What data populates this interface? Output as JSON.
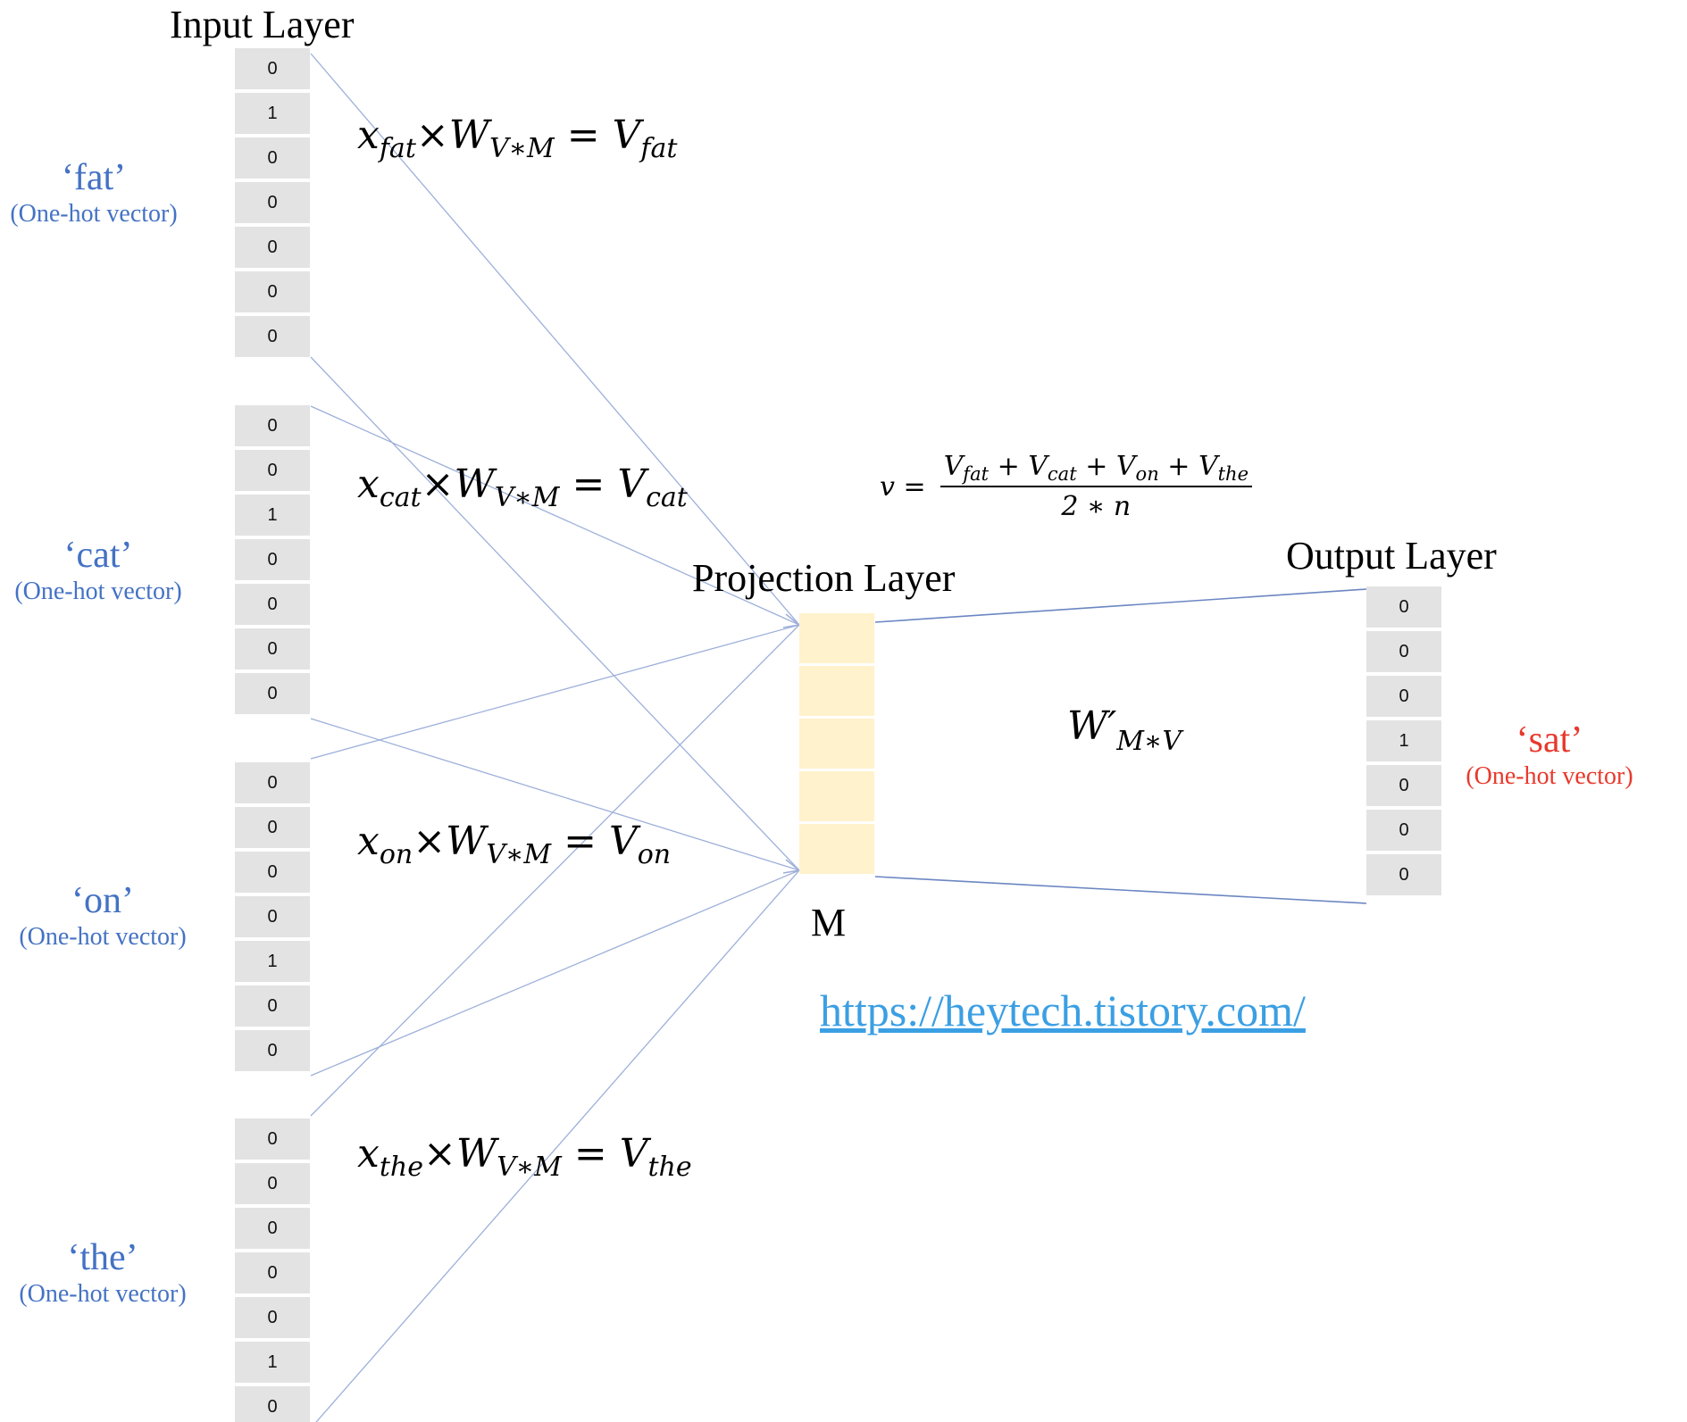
{
  "titles": {
    "input": "Input Layer",
    "projection": "Projection Layer",
    "output": "Output Layer",
    "m": "M"
  },
  "inputs": [
    {
      "word": "‘fat’",
      "sub": "(One-hot vector)",
      "cells": [
        "0",
        "1",
        "0",
        "0",
        "0",
        "0",
        "0"
      ]
    },
    {
      "word": "‘cat’",
      "sub": "(One-hot vector)",
      "cells": [
        "0",
        "0",
        "1",
        "0",
        "0",
        "0",
        "0"
      ]
    },
    {
      "word": "‘on’",
      "sub": "(One-hot vector)",
      "cells": [
        "0",
        "0",
        "0",
        "0",
        "1",
        "0",
        "0"
      ]
    },
    {
      "word": "‘the’",
      "sub": "(One-hot vector)",
      "cells": [
        "0",
        "0",
        "0",
        "0",
        "0",
        "1",
        "0"
      ]
    }
  ],
  "equations": [
    {
      "x": "x",
      "xs": "fat",
      "w": "W",
      "ws": "V∗M",
      "op": "×",
      "eq": "=",
      "v": "V",
      "vs": "fat"
    },
    {
      "x": "x",
      "xs": "cat",
      "w": "W",
      "ws": "V∗M",
      "op": "×",
      "eq": "=",
      "v": "V",
      "vs": "cat"
    },
    {
      "x": "x",
      "xs": "on",
      "w": "W",
      "ws": "V∗M",
      "op": "×",
      "eq": "=",
      "v": "V",
      "vs": "on"
    },
    {
      "x": "x",
      "xs": "the",
      "w": "W",
      "ws": "V∗M",
      "op": "×",
      "eq": "=",
      "v": "V",
      "vs": "the"
    }
  ],
  "average": {
    "lhs": "v =",
    "num": [
      {
        "base": "V",
        "sub": "fat"
      },
      {
        "op": " + "
      },
      {
        "base": "V",
        "sub": "cat"
      },
      {
        "op": " + "
      },
      {
        "base": "V",
        "sub": "on"
      },
      {
        "op": " + "
      },
      {
        "base": "V",
        "sub": "the"
      }
    ],
    "den": "2 ∗ n"
  },
  "output_weight": {
    "base": "W′",
    "sub": "M∗V"
  },
  "output": {
    "word": "‘sat’",
    "sub": "(One-hot vector)",
    "cells": [
      "0",
      "0",
      "0",
      "1",
      "0",
      "0",
      "0"
    ]
  },
  "projection_cells": 5,
  "link": "https://heytech.tistory.com/",
  "colors": {
    "word_blue": "#4472C4",
    "word_red": "#E8392C",
    "cell_gray": "#e3e3e3",
    "proj_yellow": "#FFF2CC",
    "wire": "#9DB0DA",
    "link": "#3B9FE3"
  }
}
